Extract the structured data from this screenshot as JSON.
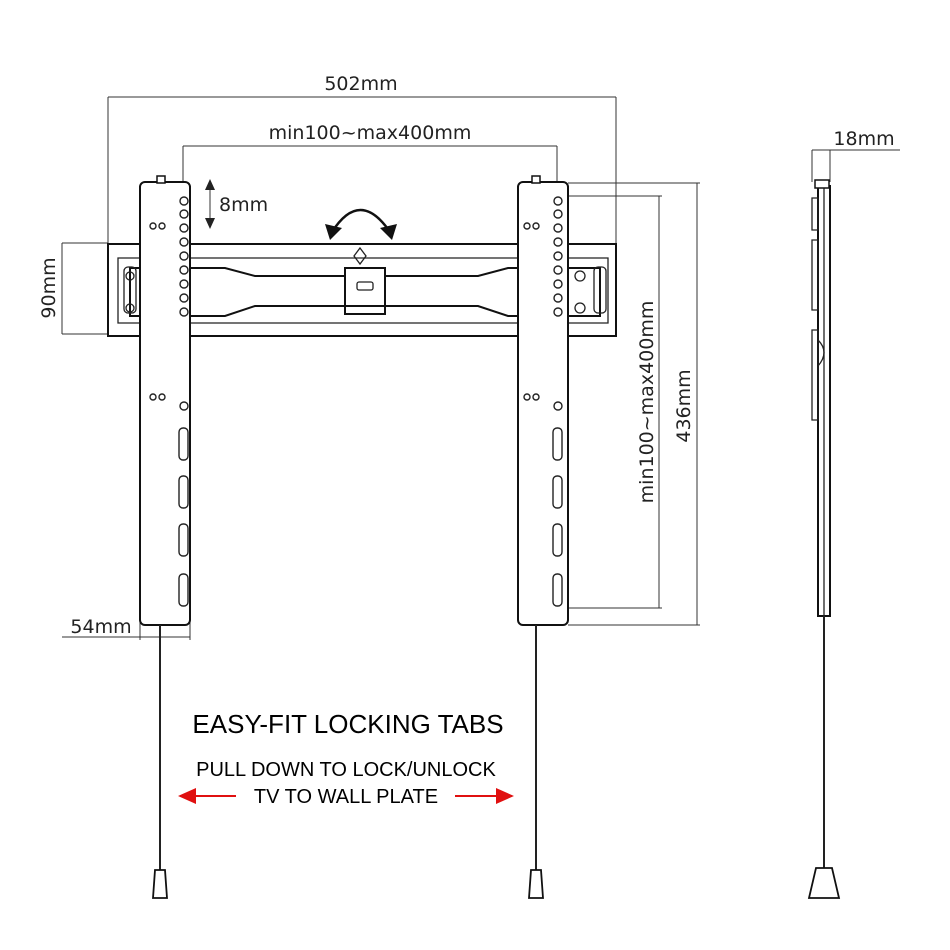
{
  "dimensions": {
    "overall_width": "502mm",
    "vesa_horizontal": "min100~max400mm",
    "tilt_offset": "8mm",
    "plate_height": "90mm",
    "vesa_vertical": "min100~max400mm",
    "overall_height": "436mm",
    "arm_width": "54mm",
    "depth": "18mm"
  },
  "caption": {
    "title": "EASY-FIT LOCKING TABS",
    "line1": "PULL DOWN TO LOCK/UNLOCK",
    "line2": "TV TO WALL PLATE"
  },
  "colors": {
    "arrow": "#e01010",
    "outline": "#111111"
  }
}
